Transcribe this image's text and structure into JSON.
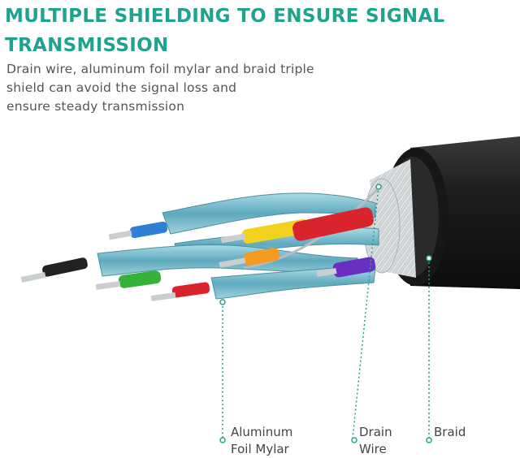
{
  "headline": {
    "line1": "MULTIPLE SHIELDING TO ENSURE SIGNAL",
    "line2": "TRANSMISSION"
  },
  "description": {
    "line1": "Drain wire, aluminum foil mylar and braid triple",
    "line2": "shield can avoid the signal loss and",
    "line3": "ensure steady transmission"
  },
  "callouts": [
    {
      "line1": "Aluminum",
      "line2": "Foil Mylar"
    },
    {
      "line1": "Drain",
      "line2": "Wire"
    },
    {
      "line1": "Braid",
      "line2": ""
    }
  ],
  "colors": {
    "accent": "#1fa38f",
    "cable_jacket": "#1e1e1e",
    "foil": "#7ec4d4",
    "wire_blue": "#2f7fd6",
    "wire_yellow": "#f2d21c",
    "wire_red": "#d9232d",
    "wire_green": "#34b23a",
    "wire_orange": "#f49a1e",
    "wire_purple": "#6a2fc0",
    "wire_black": "#222222"
  }
}
